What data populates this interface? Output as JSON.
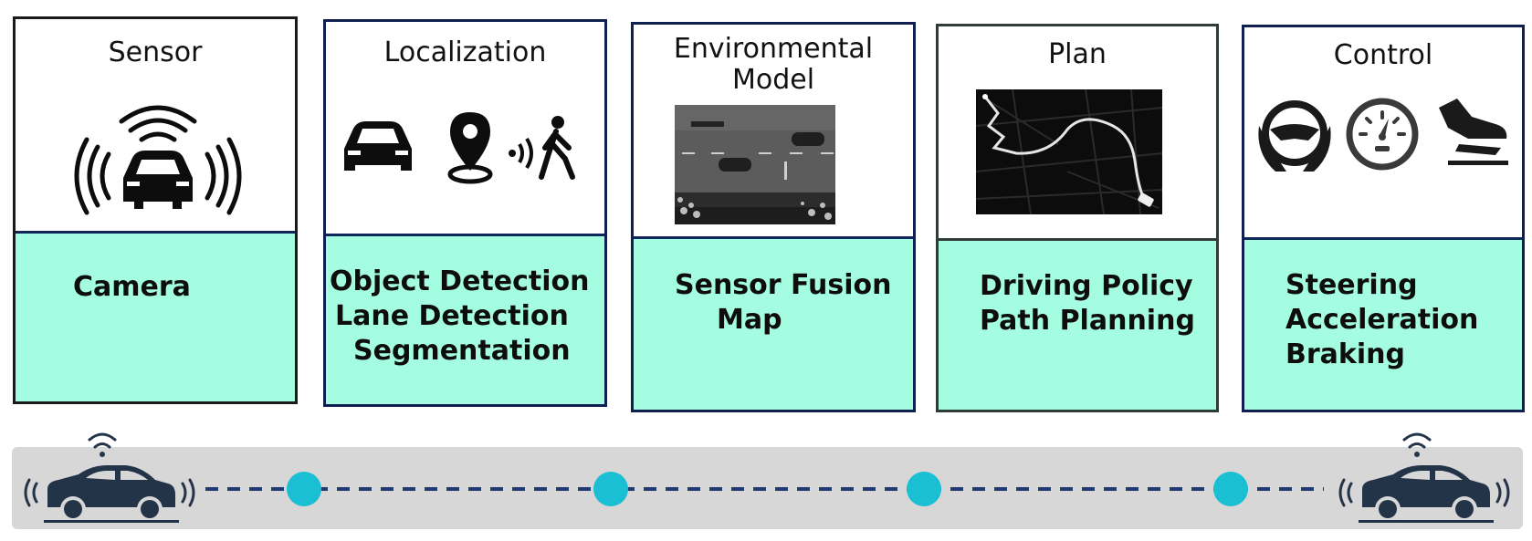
{
  "stages": [
    {
      "title": "Sensor",
      "functions": [
        "Camera"
      ]
    },
    {
      "title": "Localization",
      "functions": [
        "Object Detection",
        "Lane Detection",
        "Segmentation"
      ]
    },
    {
      "title": "Environmental Model",
      "title_lines": [
        "Environmental",
        "Model"
      ],
      "functions": [
        "Sensor Fusion",
        "Map"
      ]
    },
    {
      "title": "Plan",
      "functions": [
        "Driving Policy",
        "Path Planning"
      ]
    },
    {
      "title": "Control",
      "functions": [
        "Steering",
        "Acceleration",
        "Braking"
      ]
    }
  ],
  "colors": {
    "function_panel": "#a5fde1",
    "border_navy": "#0f1f4f",
    "road": "#d7d7d7",
    "node": "#1bbfd4",
    "car": "#243448",
    "dashes": "#1e3a6e"
  },
  "icons": {
    "sensor": "car-with-sensor-waves-icon",
    "localization": [
      "car-icon",
      "map-pin-icon",
      "pedestrian-signal-icon"
    ],
    "environment": "lidar-road-image",
    "plan": "route-map-image",
    "control": [
      "steering-wheel-icon",
      "speedometer-icon",
      "foot-pedal-icon"
    ]
  }
}
